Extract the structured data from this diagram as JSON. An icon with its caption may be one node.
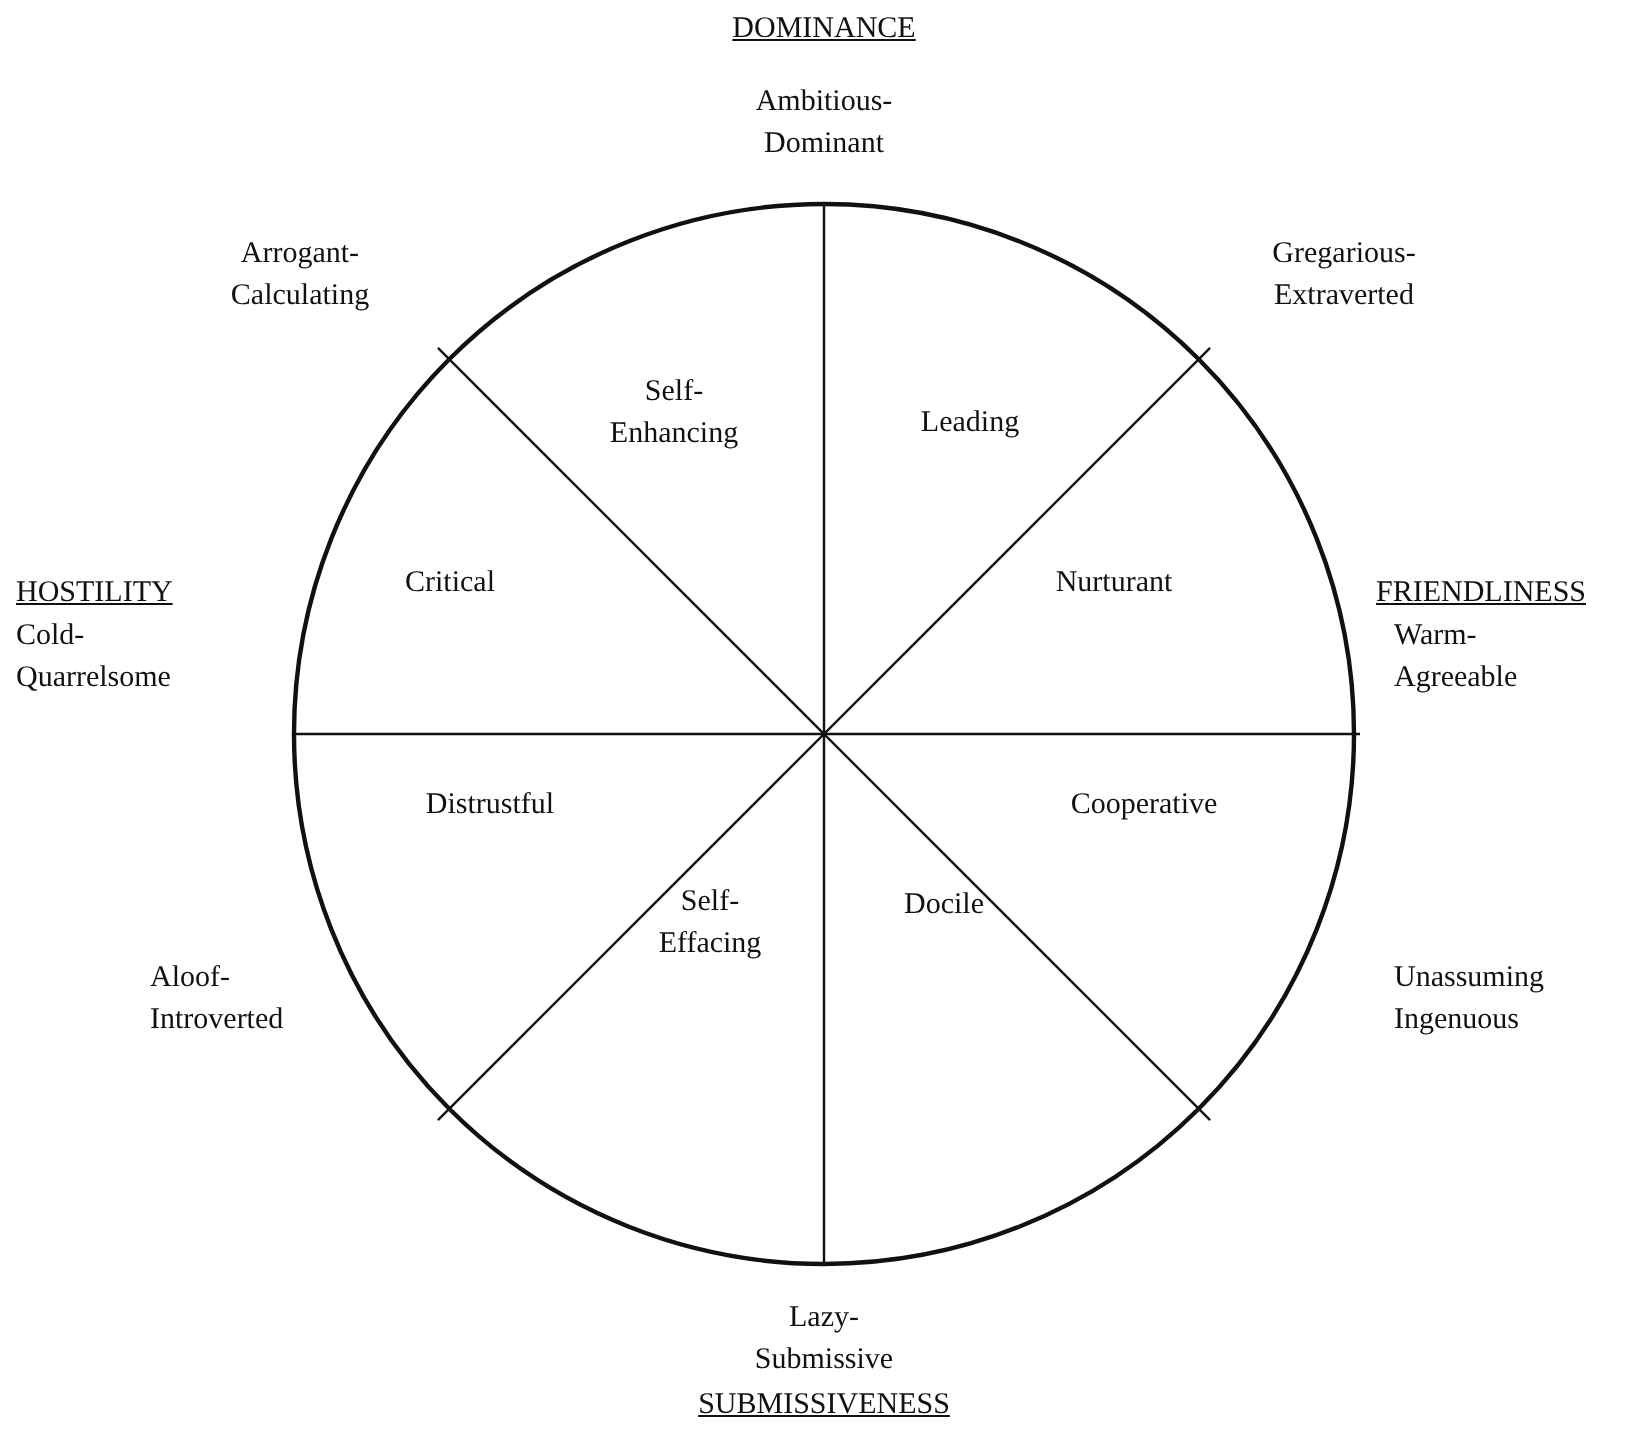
{
  "diagram": {
    "nodes": [
      {
        "text": [
          "Self- Enhancing",
          "Leading",
          "Critical",
          "Nurturant",
          "Distrustful",
          "Cooperative",
          "Self- Effacing",
          "Docile"
        ]
      }
    ],
    "labels": [
      "DOMINANCE",
      "Ambitious- Dominant",
      "Arrogant- Calculating",
      "Gregarious- Extraverted",
      "HOSTILITY",
      "FRIENDLINESS",
      "Cold- Quarrelsome",
      "Warm- Agreeable",
      "Aloof- Introverted",
      "Unassuming Ingenuous",
      "Lazy- Submissive",
      "SUBMISSIVENESS"
    ]
  }
}
